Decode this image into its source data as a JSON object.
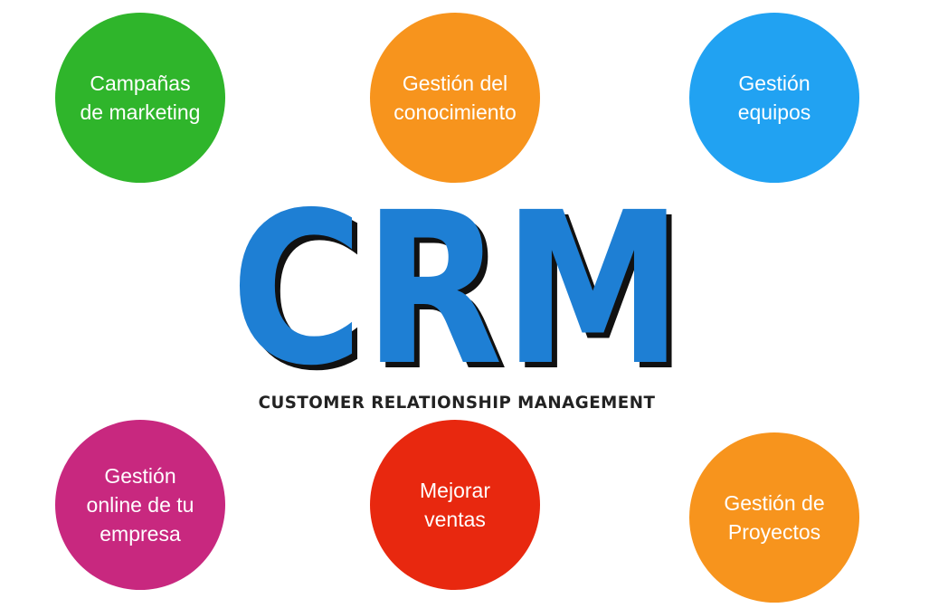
{
  "diagram": {
    "center": {
      "logo_text": "CRM",
      "tagline": "CUSTOMER RELATIONSHIP MANAGEMENT"
    },
    "nodes": [
      {
        "label": "Campañas\nde marketing",
        "color": "#2fb52b"
      },
      {
        "label": "Gestión del\nconocimiento",
        "color": "#f7941d"
      },
      {
        "label": "Gestión\nequipos",
        "color": "#21a2f2"
      },
      {
        "label": "Gestión\nonline de tu\nempresa",
        "color": "#c8287f"
      },
      {
        "label": "Mejorar\nventas",
        "color": "#e8280f"
      },
      {
        "label": "Gestión de\nProyectos",
        "color": "#f7941d"
      }
    ],
    "colors": {
      "logo_blue": "#1e7fd4",
      "logo_shadow": "#111111",
      "tagline": "#222222"
    }
  }
}
